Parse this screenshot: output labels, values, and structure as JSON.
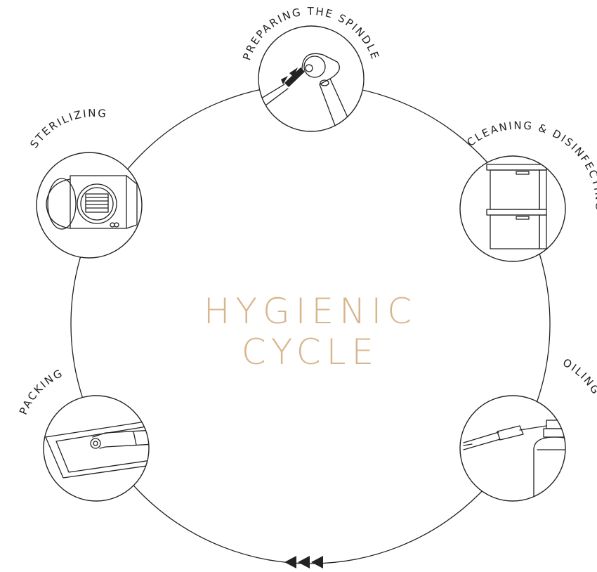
{
  "title": {
    "line1": "HYGIENIC",
    "line2": "CYCLE"
  },
  "stages": [
    {
      "id": "preparing",
      "label": "PREPARING THE SPINDLE",
      "icon": "handpiece-brush-icon"
    },
    {
      "id": "cleaning",
      "label": "CLEANING & DISINFECTING",
      "icon": "cabinet-drawers-icon"
    },
    {
      "id": "oiling",
      "label": "OILING",
      "icon": "oil-spray-can-icon"
    },
    {
      "id": "packing",
      "label": "PACKING",
      "icon": "sterilization-pouch-icon"
    },
    {
      "id": "sterilizing",
      "label": "STERILIZING",
      "icon": "autoclave-icon"
    }
  ],
  "colors": {
    "title": "#d9b58d",
    "ink": "#222222",
    "background": "#ffffff"
  },
  "direction_indicator": "triple-arrow-left"
}
